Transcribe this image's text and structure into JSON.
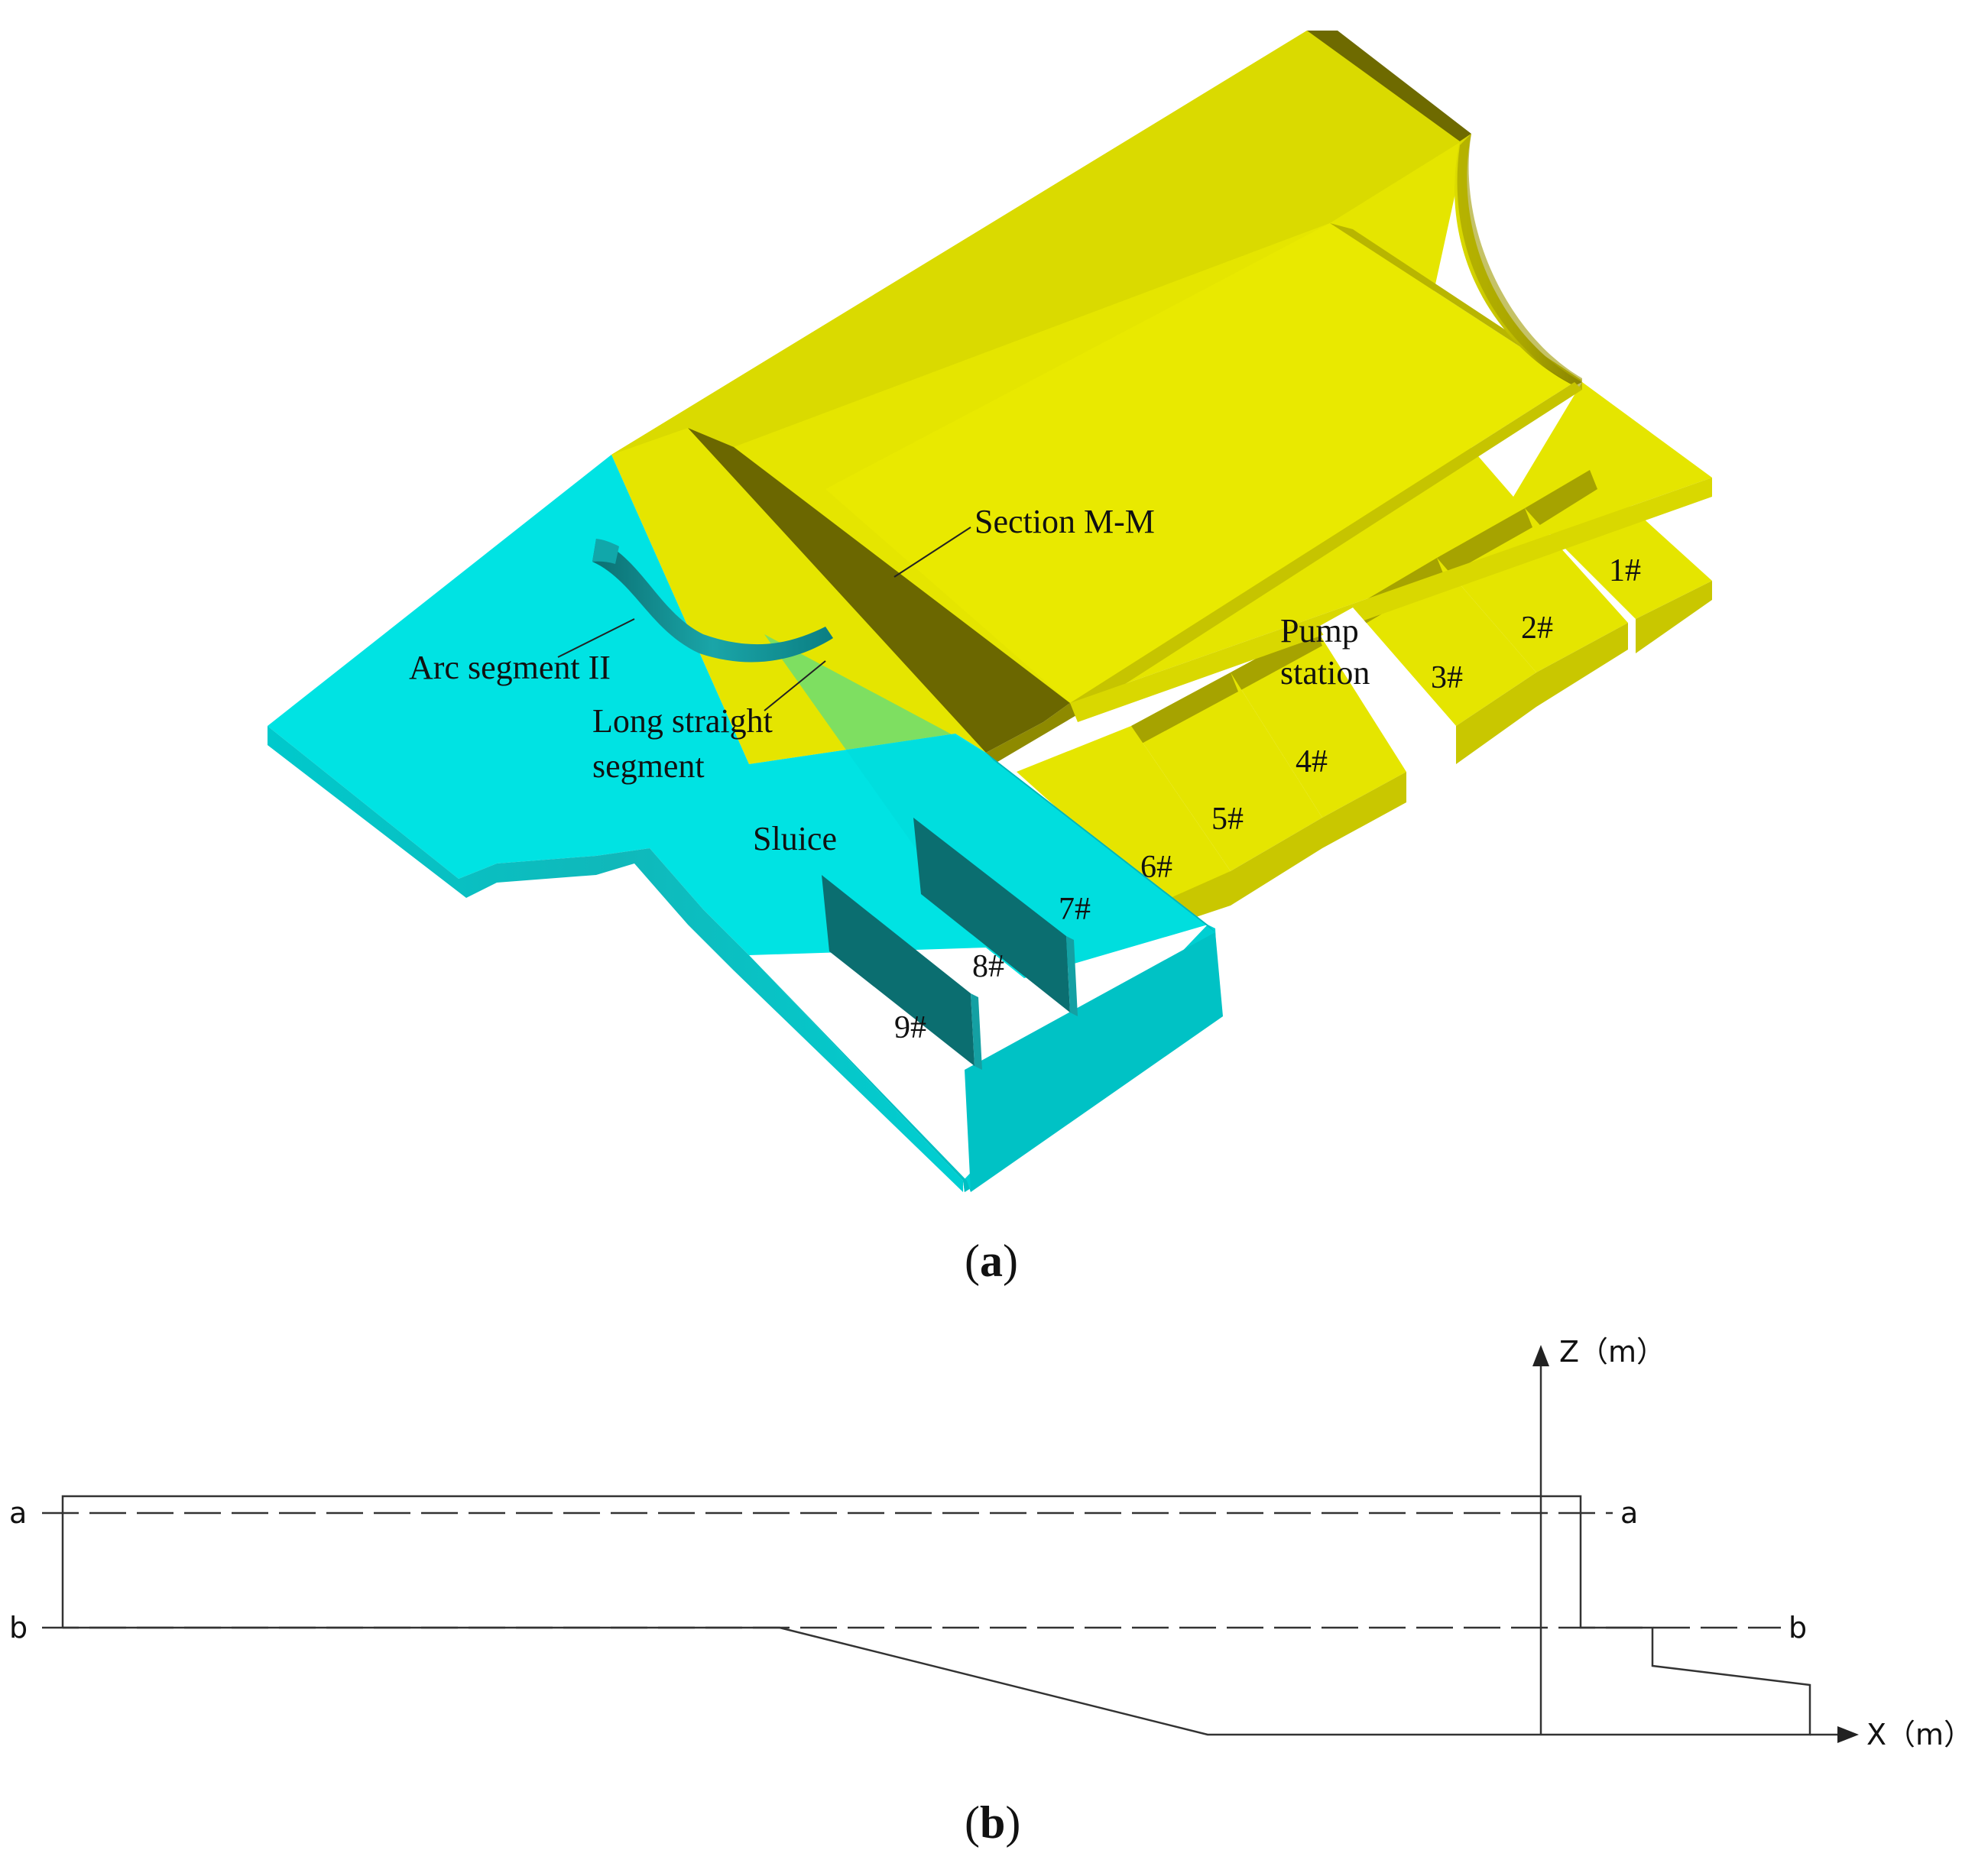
{
  "colors": {
    "sluice_face": "#00E3E3",
    "sluice_dark": "#01797C",
    "station_face": "#E5E500",
    "station_dark": "#6E6A00",
    "station_mid": "#C9C700",
    "line": "#333333"
  },
  "panel_a": {
    "caption_open": "(",
    "caption_letter": "a",
    "caption_close": ")",
    "labels": {
      "section": "Section M-M",
      "arc": "Arc segment II",
      "long_1": "Long straight",
      "long_2": "segment",
      "pump_1": "Pump",
      "pump_2": "station",
      "sluice": "Sluice"
    },
    "bays": [
      "1#",
      "2#",
      "3#",
      "4#",
      "5#",
      "6#",
      "7#",
      "8#",
      "9#"
    ]
  },
  "panel_b": {
    "caption_open": "(",
    "caption_letter": "b",
    "caption_close": ")",
    "z_axis": "Z（m）",
    "x_axis": "X（m）",
    "level_a_left": "a",
    "level_a_right": "a",
    "level_b_left": "b",
    "level_b_right": "b"
  }
}
